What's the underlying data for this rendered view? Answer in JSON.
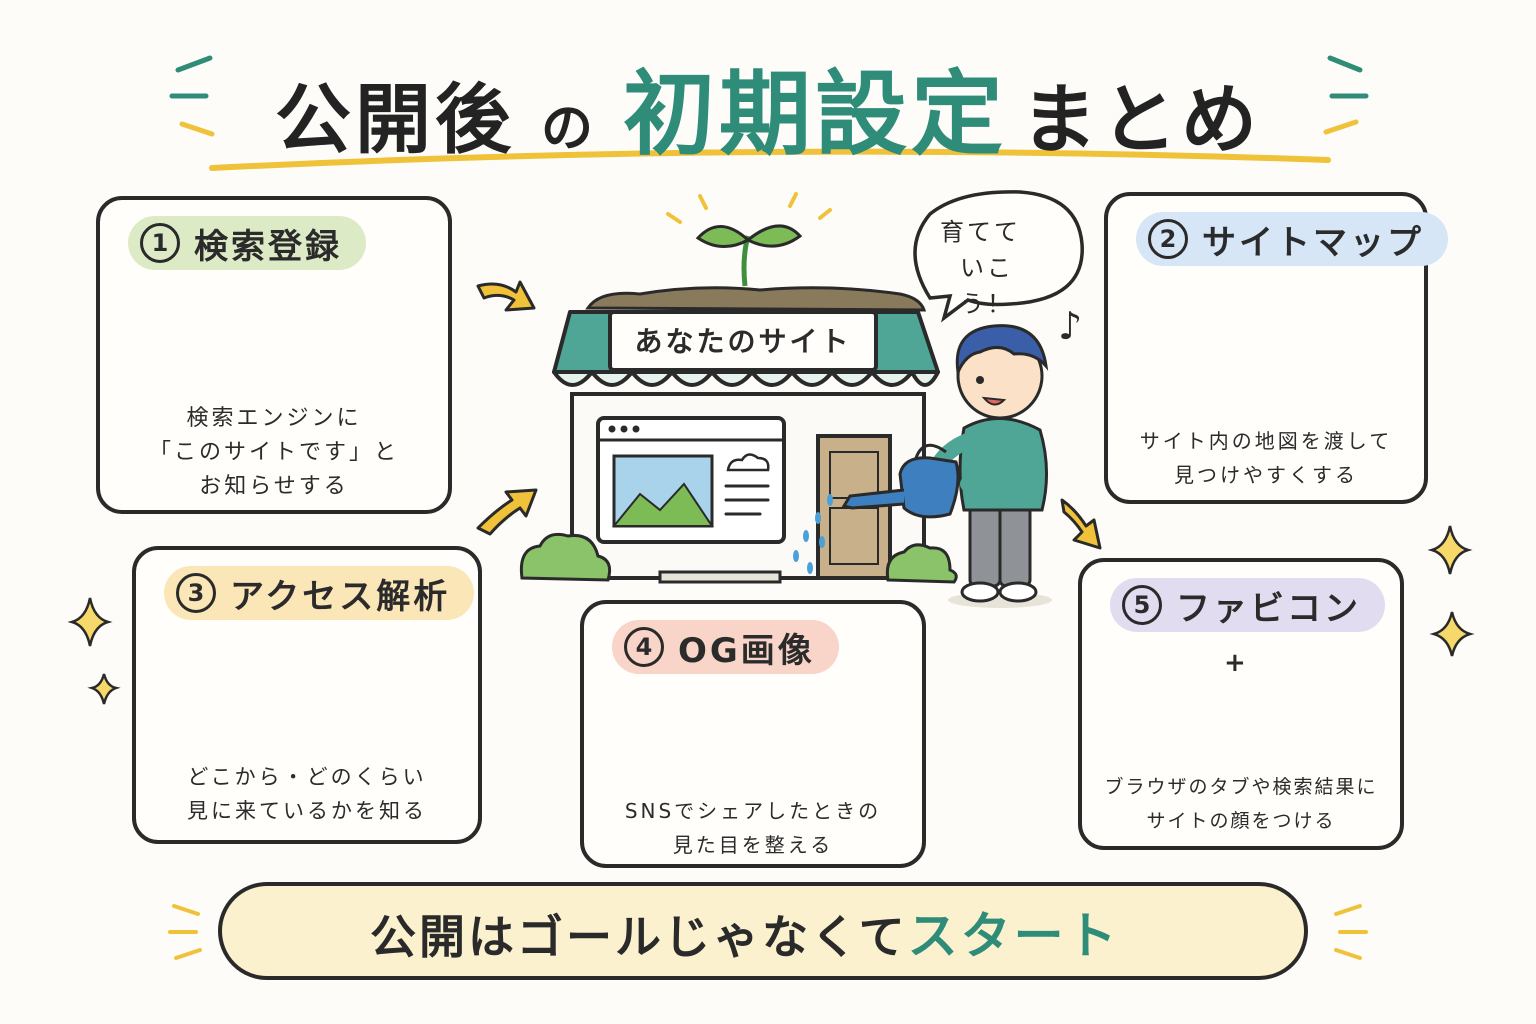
{
  "title": {
    "part1": "公開後",
    "part2": "の",
    "part3": "初期設定",
    "part4": "まとめ"
  },
  "colors": {
    "accent": "#2e8c78",
    "underline": "#f0c23a",
    "card1_head": "#dcebc6",
    "card2_head": "#d6e6f7",
    "card3_head": "#fbe6b8",
    "card4_head": "#f8d5c8",
    "card5_head": "#e2dcf0",
    "footer_bg": "#fcf1cf"
  },
  "cards": [
    {
      "num": "1",
      "title": "検索登録",
      "desc": [
        "検索エンジンに",
        "「このサイトです」と",
        "お知らせする"
      ]
    },
    {
      "num": "2",
      "title": "サイトマップ",
      "desc": [
        "サイト内の地図を渡して",
        "見つけやすくする"
      ]
    },
    {
      "num": "3",
      "title": "アクセス解析",
      "desc": [
        "どこから・どのくらい",
        "見に来ているかを知る"
      ]
    },
    {
      "num": "4",
      "title": "OG画像",
      "desc": [
        "SNSでシェアしたときの",
        "見た目を整える"
      ]
    },
    {
      "num": "5",
      "title": "ファビコン",
      "desc": [
        "ブラウザのタブや検索結果に",
        "サイトの顔をつける"
      ]
    }
  ],
  "center": {
    "shop_label": "あなたのサイト",
    "speech": [
      "育てて",
      "いこう！"
    ],
    "note": "♪",
    "tab_plus": "+"
  },
  "footer": {
    "text_main": "公開はゴールじゃなくて",
    "text_accent": "スタート"
  }
}
